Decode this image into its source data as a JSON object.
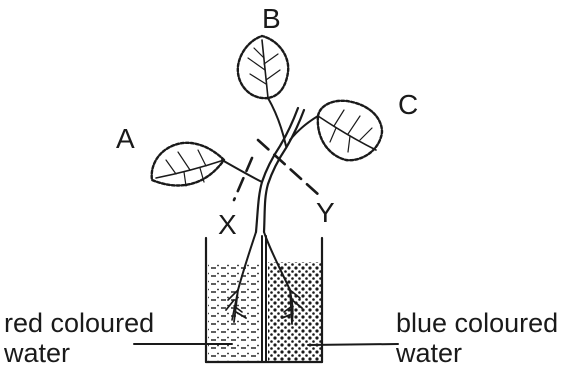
{
  "labels": {
    "leaf_a": "A",
    "leaf_b": "B",
    "leaf_c": "C",
    "cut_x": "X",
    "cut_y": "Y",
    "left_liquid_line1": "red coloured",
    "left_liquid_line2": "water",
    "right_liquid_line1": "blue coloured",
    "right_liquid_line2": "water"
  }
}
